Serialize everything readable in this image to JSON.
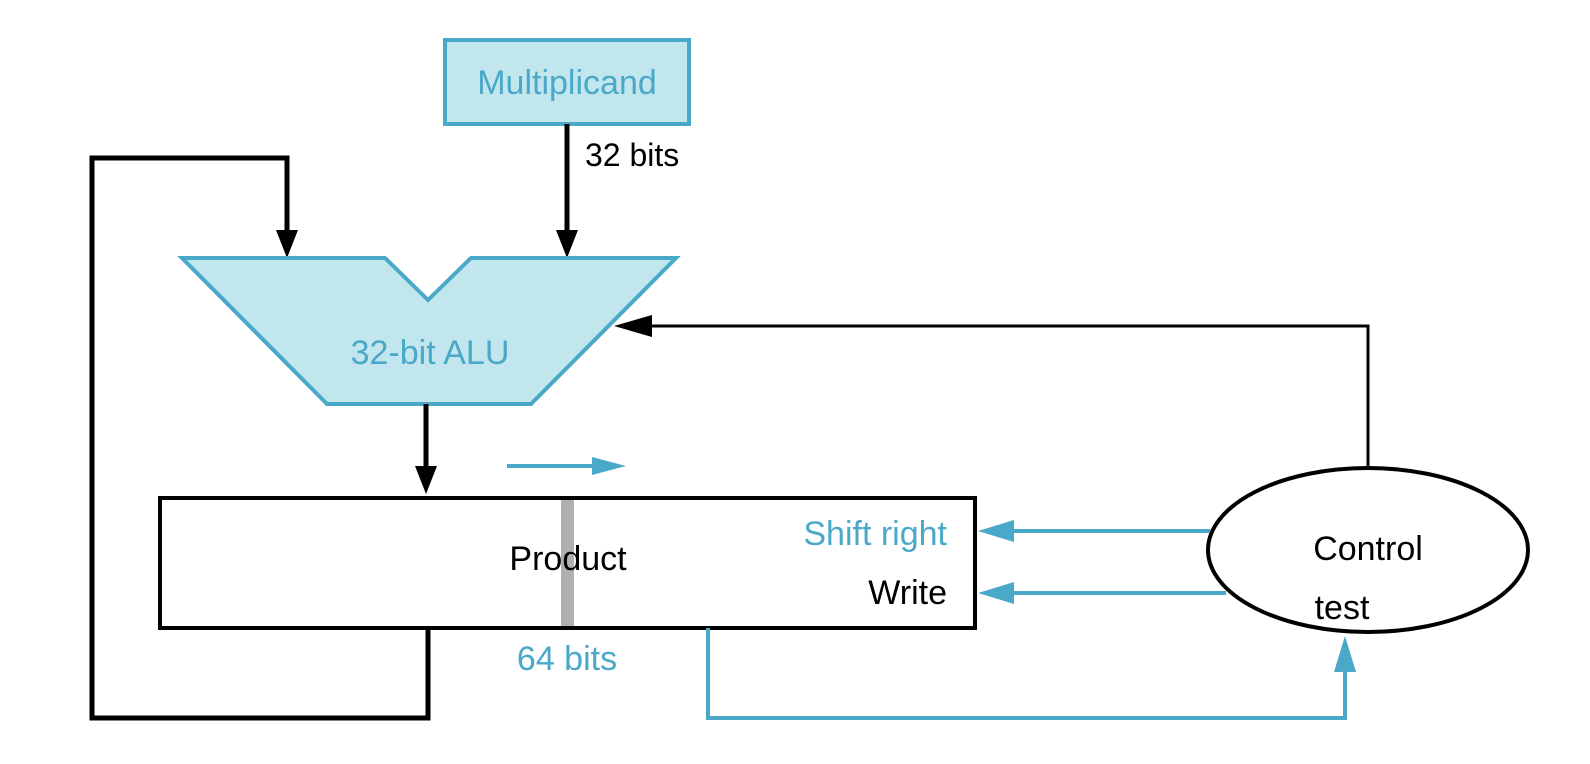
{
  "multiplicand": {
    "label": "Multiplicand",
    "width_label": "32 bits"
  },
  "alu": {
    "label": "32-bit ALU"
  },
  "product": {
    "label": "Product",
    "width_label": "64 bits",
    "shift_label": "Shift right",
    "write_label": "Write"
  },
  "control": {
    "line1": "Control",
    "line2": "test"
  },
  "colors": {
    "accent": "#4aa8c8",
    "fill": "#c2e6ee",
    "wire": "#000000",
    "divider": "#b0b0b0"
  }
}
